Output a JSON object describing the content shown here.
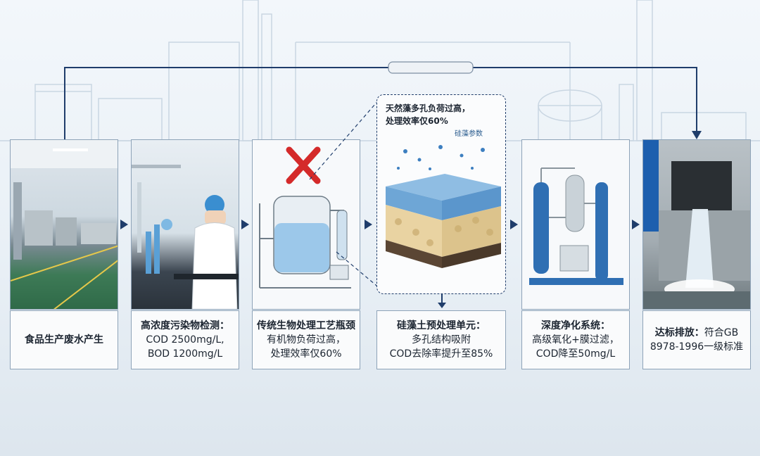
{
  "steps": [
    {
      "title": "食品生产废水产生",
      "lines": []
    },
    {
      "title": "高浓度污染物检测：",
      "lines": [
        "COD 2500mg/L,",
        "BOD 1200mg/L"
      ]
    },
    {
      "title": "传统生物处理工艺瓶颈",
      "lines": [
        "有机物负荷过高，",
        "处理效率仅60%"
      ]
    },
    {
      "title": "硅藻土预处理单元：",
      "lines": [
        "多孔结构吸附",
        "COD去除率提升至85%"
      ]
    },
    {
      "title": "深度净化系统：",
      "lines": [
        "高级氧化+膜过滤，",
        "COD降至50mg/L"
      ]
    },
    {
      "title": "达标排放：",
      "title_rest": "符合GB",
      "lines": [
        "8978-1996一级标准"
      ]
    }
  ],
  "callout": {
    "note_lines": [
      "天然藻多孔负荷过高，",
      "处理效率仅60%"
    ],
    "tag": "硅藻参数"
  },
  "colors": {
    "accent": "#1f3d6b",
    "water": "#4f8fc9",
    "panel_border": "#8ea3b8"
  }
}
